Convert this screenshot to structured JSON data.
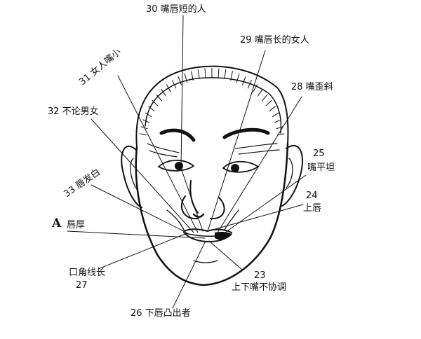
{
  "diagram": {
    "ink_color": "#111111",
    "labels": {
      "l30": "30 嘴唇短的人",
      "l29": "29 嘴唇长的女人",
      "l31": "31 女人嘴小",
      "l28": "28 嘴歪斜",
      "l32": "32 不论男女",
      "l25_num": "25",
      "l25": "嘴平坦",
      "l33": "33 唇发白",
      "l24_num": "24",
      "l24": "上唇",
      "la_letter": "A",
      "la": "唇厚",
      "l27": "口角线长",
      "l27_num": "27",
      "l23_num": "23",
      "l23": "上下嘴不协调",
      "l26": "26 下唇凸出者"
    }
  }
}
